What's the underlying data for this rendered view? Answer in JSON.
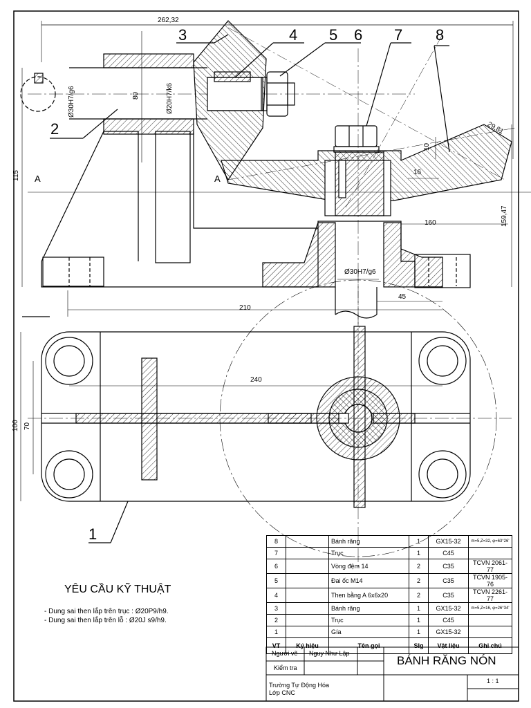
{
  "callouts": [
    "1",
    "2",
    "3",
    "4",
    "5",
    "6",
    "7",
    "8"
  ],
  "section_marks": {
    "left": "A",
    "right": "A"
  },
  "dimensions": {
    "d262": "262,32",
    "d80": "80",
    "d115": "115",
    "d10": "10",
    "d16": "16",
    "d2981": "29,81",
    "d160": "160",
    "d15947": "159,47",
    "d45": "45",
    "d210": "210",
    "d240": "240",
    "d100": "100",
    "d70": "70",
    "fit1": "Ø30H7/g6",
    "fit2": "Ø20H7/k6",
    "fit3": "Ø30H7/g6"
  },
  "requirements": {
    "title": "YÊU CẦU KỸ THUẬT",
    "lines": [
      "- Dung sai then lắp trên trục : Ø20P9/h9.",
      "- Dung sai then lắp trên lỗ :    Ø20J s9/h9."
    ]
  },
  "bom": {
    "rows": [
      {
        "vt": "8",
        "ky_hieu": "",
        "ten": "Bánh răng",
        "slg": "1",
        "vat_lieu": "GX15-32",
        "ghi_chu": "m=5,Z=32, φ=63°26'"
      },
      {
        "vt": "7",
        "ky_hieu": "",
        "ten": "Trục",
        "slg": "1",
        "vat_lieu": "C45",
        "ghi_chu": ""
      },
      {
        "vt": "6",
        "ky_hieu": "",
        "ten": "Vòng đệm 14",
        "slg": "2",
        "vat_lieu": "C35",
        "ghi_chu": "TCVN 2061-77"
      },
      {
        "vt": "5",
        "ky_hieu": "",
        "ten": "Đai ốc M14",
        "slg": "2",
        "vat_lieu": "C35",
        "ghi_chu": "TCVN 1905-76"
      },
      {
        "vt": "4",
        "ky_hieu": "",
        "ten": "Then bằng A 6x6x20",
        "slg": "2",
        "vat_lieu": "C35",
        "ghi_chu": "TCVN 2261-77"
      },
      {
        "vt": "3",
        "ky_hieu": "",
        "ten": "Bánh răng",
        "slg": "1",
        "vat_lieu": "GX15-32",
        "ghi_chu": "m=5,Z=16, φ=26°34'"
      },
      {
        "vt": "2",
        "ky_hieu": "",
        "ten": "Trục",
        "slg": "1",
        "vat_lieu": "C45",
        "ghi_chu": ""
      },
      {
        "vt": "1",
        "ky_hieu": "",
        "ten": "Gía",
        "slg": "1",
        "vat_lieu": "GX15-32",
        "ghi_chu": ""
      }
    ],
    "headers": {
      "vt": "VT",
      "ky_hieu": "Ký hiệu",
      "ten": "Tên gọi",
      "slg": "Slg",
      "vat_lieu": "Vật liệu",
      "ghi_chu": "Ghi chú"
    }
  },
  "title_block": {
    "nguoi_ve_label": "Người vẽ",
    "nguoi_ve": "Nguy Như Lập",
    "kiem_tra_label": "Kiểm tra",
    "title": "BÁNH RĂNG NÓN",
    "school": "Trường Tự Động Hóa",
    "class": "Lớp CNC",
    "scale": "1 : 1"
  }
}
